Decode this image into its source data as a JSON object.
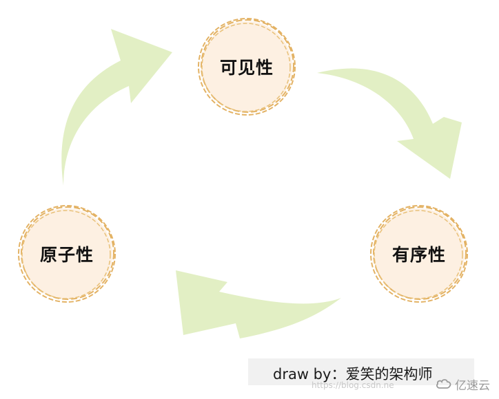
{
  "diagram": {
    "nodes": [
      {
        "id": "visibility",
        "label": "可见性"
      },
      {
        "id": "ordering",
        "label": "有序性"
      },
      {
        "id": "atomicity",
        "label": "原子性"
      }
    ],
    "edges": [
      {
        "from": "visibility",
        "to": "ordering"
      },
      {
        "from": "ordering",
        "to": "atomicity"
      },
      {
        "from": "atomicity",
        "to": "visibility"
      }
    ],
    "colors": {
      "node_fill": "#fdf0e2",
      "node_border": "#e3b264",
      "arrow_fill": "#e2efc4"
    }
  },
  "credit": {
    "text": "draw by：爱笑的架构师"
  },
  "watermark": {
    "url": "https://blog.csdn.ne",
    "logo_text": "亿速云",
    "logo_icon": "cloud-logo-icon"
  }
}
